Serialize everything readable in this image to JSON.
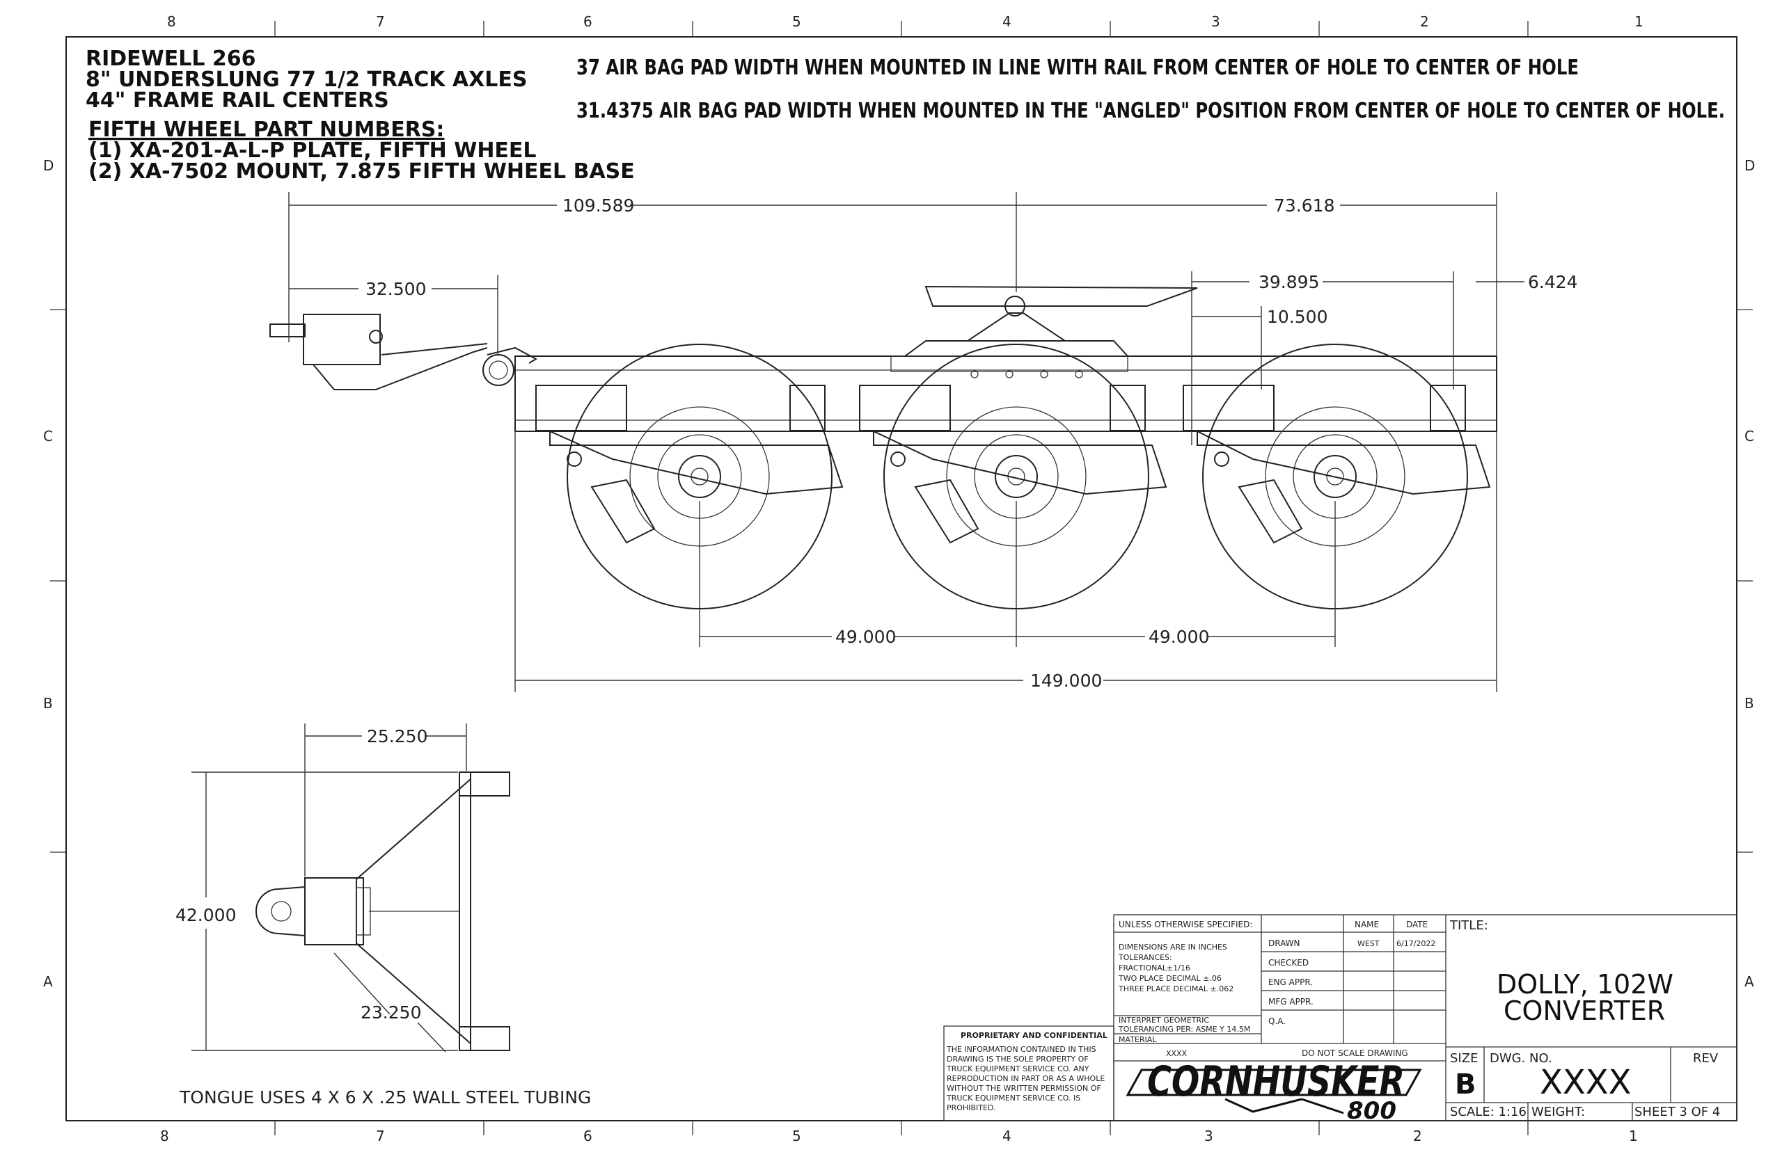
{
  "zones": {
    "columns": [
      "8",
      "7",
      "6",
      "5",
      "4",
      "3",
      "2",
      "1"
    ],
    "rows": [
      "D",
      "C",
      "B",
      "A"
    ]
  },
  "notes": {
    "spec_lines": [
      "RIDEWELL 266",
      "8\" UNDERSLUNG 77 1/2 TRACK AXLES",
      "44\" FRAME RAIL CENTERS"
    ],
    "fifth_wheel_heading": "FIFTH WHEEL PART NUMBERS:",
    "fifth_wheel_parts": [
      "(1) XA-201-A-L-P  PLATE, FIFTH WHEEL",
      "(2) XA-7502 MOUNT, 7.875 FIFTH WHEEL BASE"
    ],
    "air_bag_note_1": "37 AIR BAG PAD WIDTH WHEN MOUNTED IN LINE WITH RAIL FROM CENTER OF HOLE TO CENTER OF HOLE",
    "air_bag_note_2": "31.4375 AIR BAG PAD WIDTH WHEN MOUNTED IN THE \"ANGLED\" POSITION FROM CENTER OF HOLE TO CENTER OF HOLE.",
    "tongue_note": "TONGUE USES 4 X 6 X .25 WALL STEEL TUBING"
  },
  "dimensions": {
    "d_109": "109.589",
    "d_73": "73.618",
    "d_32": "32.500",
    "d_39": "39.895",
    "d_6": "6.424",
    "d_10": "10.500",
    "d_49a": "49.000",
    "d_49b": "49.000",
    "d_149": "149.000",
    "d_25": "25.250",
    "d_42": "42.000",
    "d_23": "23.250"
  },
  "title_block": {
    "unless": "UNLESS OTHERWISE SPECIFIED:",
    "name_col": "NAME",
    "date_col": "DATE",
    "tol_lines": [
      "DIMENSIONS ARE IN INCHES",
      "TOLERANCES:",
      "FRACTIONAL±1/16",
      "TWO PLACE DECIMAL    ±.06",
      "THREE PLACE DECIMAL  ±.062"
    ],
    "geo_lines": [
      "INTERPRET GEOMETRIC",
      "TOLERANCING PER: ASME Y 14.5M"
    ],
    "material_label": "MATERIAL",
    "material_value": "XXXX",
    "drawn": "DRAWN",
    "drawn_name": "WEST",
    "drawn_date": "6/17/2022",
    "checked": "CHECKED",
    "eng_appr": "ENG APPR.",
    "mfg_appr": "MFG APPR.",
    "qa": "Q.A.",
    "do_not_scale": "DO NOT SCALE DRAWING",
    "title_label": "TITLE:",
    "title_line1": "DOLLY, 102W",
    "title_line2": "CONVERTER",
    "size_label": "SIZE",
    "size_value": "B",
    "dwg_no_label": "DWG.  NO.",
    "dwg_no_value": "XXXX",
    "rev_label": "REV",
    "scale": "SCALE: 1:16",
    "weight": "WEIGHT:",
    "sheet": "SHEET 3 OF 4",
    "proprietary_heading": "PROPRIETARY AND CONFIDENTIAL",
    "proprietary_lines": [
      "THE INFORMATION CONTAINED IN THIS",
      "DRAWING IS THE SOLE PROPERTY OF",
      "TRUCK EQUIPMENT SERVICE CO.  ANY",
      "REPRODUCTION IN PART OR AS A WHOLE",
      "WITHOUT THE WRITTEN PERMISSION OF",
      "TRUCK EQUIPMENT SERVICE CO. IS",
      "PROHIBITED."
    ],
    "logo_text": "CORNHUSKER",
    "logo_sub": "800"
  }
}
